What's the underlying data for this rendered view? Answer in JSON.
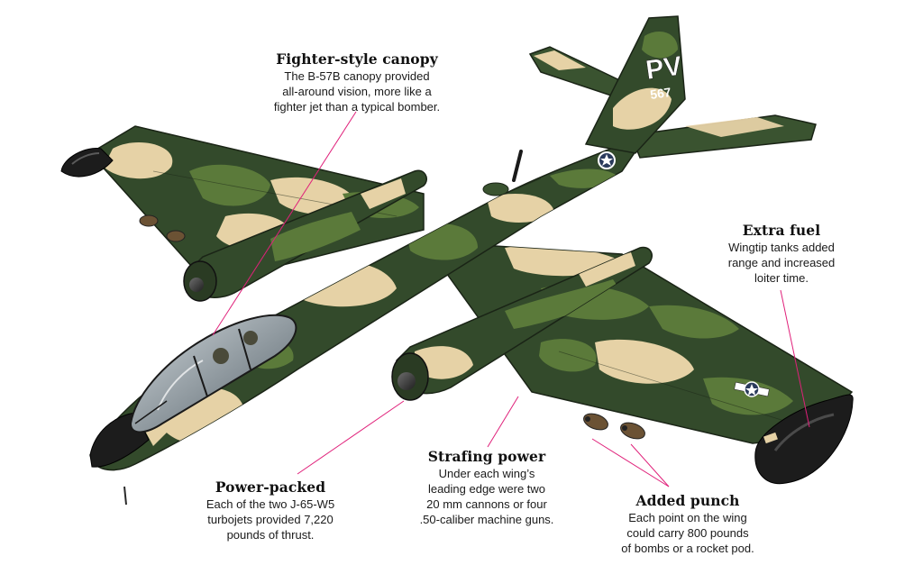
{
  "aircraft": {
    "tail_code": "PV",
    "tail_number": "567",
    "camo_colors": {
      "dark_green": "#334a2b",
      "medium_green": "#5b7a3a",
      "tan": "#e6d2a6",
      "nose_black": "#1c1c1c"
    },
    "leader_line_color": "#e0207a"
  },
  "callouts": {
    "canopy": {
      "title": "Fighter-style canopy",
      "body": "The B-57B canopy provided\nall-around vision, more like a\nfighter jet than a typical bomber."
    },
    "fuel": {
      "title": "Extra fuel",
      "body": "Wingtip tanks added\nrange and increased\nloiter time."
    },
    "power": {
      "title": "Power-packed",
      "body": "Each of the two J-65-W5\nturbojets provided 7,220\npounds of thrust."
    },
    "strafing": {
      "title": "Strafing power",
      "body": "Under each wing’s\nleading edge were two\n20 mm cannons or four\n.50-caliber machine guns."
    },
    "punch": {
      "title": "Added punch",
      "body": "Each point on the wing\ncould carry 800 pounds\nof bombs or a rocket pod."
    }
  }
}
